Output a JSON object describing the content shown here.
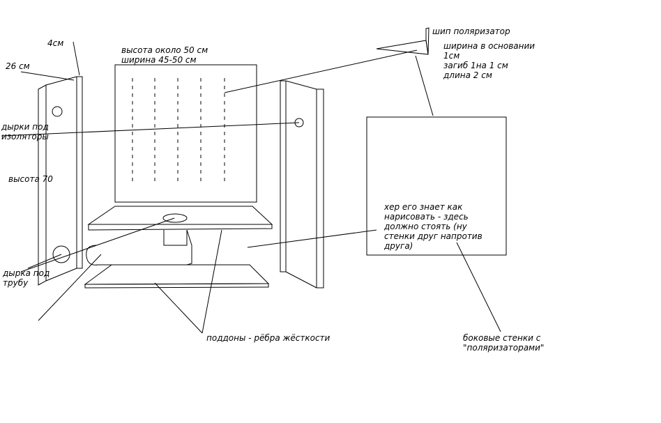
{
  "labels": {
    "width_4cm": "4см",
    "depth_26cm": "26 см",
    "height_50": "высота около 50 см",
    "width_45_50": "ширина 45-50 см",
    "spike_title": "шип поляризатор",
    "spike_base_1": "ширина в основании",
    "spike_base_2": "1см",
    "spike_bend": "загиб 1на 1 см",
    "spike_length": "длина 2 см",
    "insulator_holes_1": "дырки под",
    "insulator_holes_2": "изоляторы",
    "height_70": "высота 70",
    "pipe_hole_1": "дырка под",
    "pipe_hole_2": "трубу",
    "unknown_1": "хер его знает как",
    "unknown_2": "нарисовать - здесь",
    "unknown_3": "должно стоять (ну",
    "unknown_4": "стенки друг напротив",
    "unknown_5": "друга)",
    "trays": "поддоны - рёбра жёсткости",
    "side_walls_1": "боковые стенки с",
    "side_walls_2": "\"поляризаторами\""
  },
  "colors": {
    "ink": "#000000",
    "paper": "#ffffff"
  }
}
